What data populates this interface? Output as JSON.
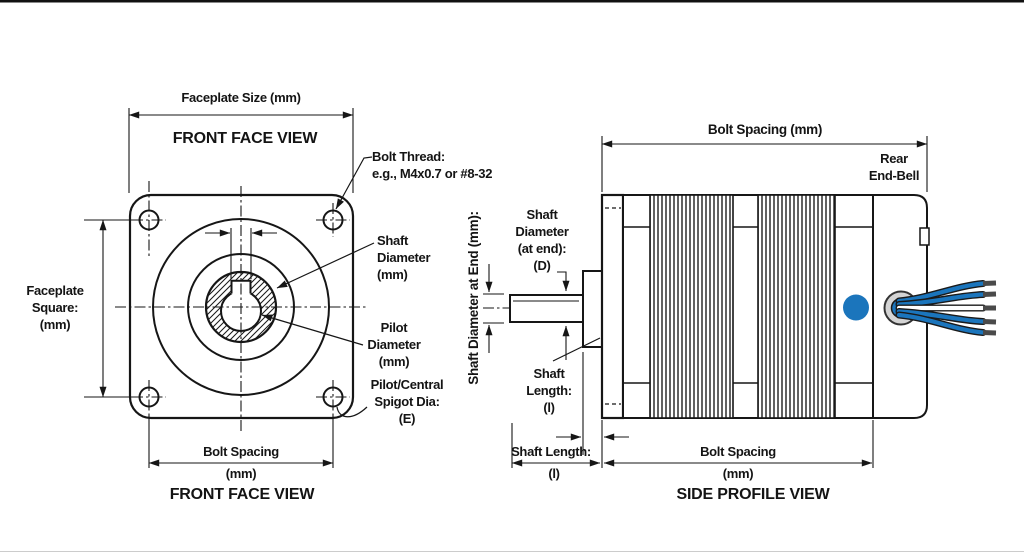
{
  "drawing": {
    "front": {
      "title_top": "FRONT FACE VIEW",
      "title_bottom": "FRONT FACE VIEW",
      "dim_faceplate_size": "Faceplate Size (mm)",
      "dim_faceplate_square": "Faceplate\nSquare:\n(mm)",
      "dim_bolt_spacing": "Bolt Spacing",
      "dim_bolt_spacing_unit": "(mm)",
      "callout_bolt_thread": "Bolt Thread:\ne.g., M4x0.7 or #8-32",
      "callout_shaft_diameter": "Shaft\nDiameter\n(mm)",
      "callout_pilot_diameter": "Pilot\nDiameter\n(mm)",
      "callout_pilot_spigot": "Pilot/Central\nSpigot Dia:\n(E)"
    },
    "side": {
      "title": "SIDE PROFILE VIEW",
      "dim_bolt_spacing_top": "Bolt Spacing (mm)",
      "callout_rear_end_bell": "Rear\nEnd-Bell",
      "axis_shaft_dia_at_end": "Shaft Diameter at End (mm):",
      "callout_shaft_dia_at_end": "Shaft\nDiameter\n(at end):\n(D)",
      "callout_shaft_length": "Shaft\nLength:\n(l)",
      "dim_shaft_length": "Shaft Length:",
      "dim_shaft_length_unit": "(l)",
      "dim_bolt_spacing_bottom": "Bolt Spacing",
      "dim_bolt_spacing_bottom_unit": "(mm)"
    },
    "colors": {
      "line_black": "#161616",
      "wire_blue": "#1b75bc",
      "grommet_gray": "#d4d4d4",
      "wire_tip_gray": "#4a4a4a"
    }
  }
}
